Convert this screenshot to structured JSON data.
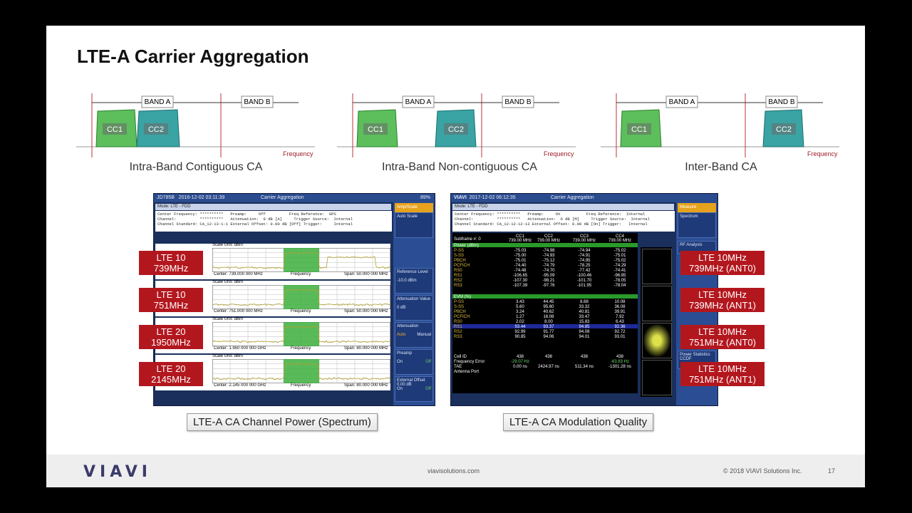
{
  "slide": {
    "title": "LTE-A Carrier Aggregation"
  },
  "diagrams": [
    {
      "band_a": "BAND A",
      "band_b": "BAND B",
      "cc1": "CC1",
      "cc2": "CC2",
      "axis": "Frequency",
      "caption": "Intra-Band Contiguous CA"
    },
    {
      "band_a": "BAND A",
      "band_b": "BAND B",
      "cc1": "CC1",
      "cc2": "CC2",
      "axis": "Frequency",
      "caption": "Intra-Band Non-contiguous CA"
    },
    {
      "band_a": "BAND A",
      "band_b": "BAND B",
      "cc1": "CC1",
      "cc2": "CC2",
      "axis": "Frequency",
      "caption": "Inter-Band CA"
    }
  ],
  "spectrum_screen": {
    "device": "JD785B",
    "datetime": "2016-12-02 03:11:39",
    "title": "Carrier Aggregation",
    "battery": "89%",
    "mode": "Mode: LTE - FDD",
    "menu_title": "Amp/Scale",
    "params": "Center Frequency: **********   Preamp:     Off          Freq Reference:  GPS\nChannel:          **********   Attenuation:  0 dB [A]     Trigger Source:  Internal\nChannel Standard: CA_12-13-1-1 External Offset: 0.00 dB [Off] Trigger:     Internal",
    "scale": "Scale Unit: dBm",
    "traces": [
      {
        "center": "Center: 739.000 000 MHz",
        "axis": "Frequency",
        "span": "Span: 50.000 000 MHz"
      },
      {
        "center": "Center: 751.000 000 MHz",
        "axis": "Frequency",
        "span": "Span: 50.000 000 MHz"
      },
      {
        "center": "Center: 1.950 000 000 GHz",
        "axis": "Frequency",
        "span": "Span: 80.000 000 MHz"
      },
      {
        "center": "Center: 2.145 000 000 GHz",
        "axis": "Frequency",
        "span": "Span: 80.000 000 MHz"
      }
    ],
    "side": [
      "Auto Scale",
      "",
      "Reference Level",
      "-10.0 dBm",
      "Attenuation Value",
      "0 dB",
      "Attenuation",
      "Auto",
      "Manual",
      "Preamp",
      "On",
      "Off",
      "External Offset",
      "0.00 dB",
      "On",
      "Off"
    ]
  },
  "modq_screen": {
    "device": "VIAVI",
    "datetime": "2017-12-02 06:12:35",
    "title": "Carrier Aggregation",
    "mode": "Mode: LTE - FDD",
    "menu_title": "Measure",
    "params": "Center Frequency: **********   Preamp:     On           Freq Reference:  Internal\nChannel:          **********   Attenuation:  0 dB [M]     Trigger Source:  Internal\nChannel Standard: CA_12-12-12-12 External Offset: 0.00 dB [On] Trigger:   Internal",
    "side": [
      "Spectrum",
      "RF Analysis",
      "Power Statistics CCDF"
    ],
    "cols": [
      "CC1",
      "CC2",
      "CC3",
      "CC4"
    ],
    "freqs": [
      "739.00 MHz",
      "739.00 MHz",
      "739.00 MHz",
      "739.00 MHz"
    ],
    "power_rows": [
      [
        "P-SS",
        "-75.03",
        "-74.98",
        "-74.94",
        "-75.02"
      ],
      [
        "S-SS",
        "-75.00",
        "-74.93",
        "-74.91",
        "-75.01"
      ],
      [
        "PBCH",
        "-75.01",
        "-75.12",
        "-74.95",
        "-75.02"
      ],
      [
        "PCFICH",
        "-74.40",
        "-74.79",
        "-78.25",
        "-74.29"
      ],
      [
        "RS0",
        "-74.48",
        "-74.70",
        "-77.42",
        "-74.41"
      ],
      [
        "RS1",
        "-106.65",
        "-95.09",
        "-100.46",
        "-96.85"
      ],
      [
        "RS2",
        "-107.30",
        "-98.21",
        "-101.70",
        "-78.05"
      ],
      [
        "RS3",
        "-107.39",
        "-97.76",
        "-101.95",
        "-78.04"
      ]
    ],
    "evm_rows": [
      [
        "P-SS",
        "3.43",
        "44.45",
        "8.68",
        "10.08"
      ],
      [
        "S-SS",
        "5.60",
        "95.60",
        "33.32",
        "36.08"
      ],
      [
        "PBCH",
        "3.24",
        "40.62",
        "40.81",
        "39.91"
      ],
      [
        "PCFICH",
        "1.27",
        "16.08",
        "33.47",
        "7.92"
      ],
      [
        "RS0",
        "2.02",
        "8.00",
        "15.83",
        "6.43"
      ],
      [
        "RS1",
        "93.44",
        "93.37",
        "94.85",
        "92.36"
      ],
      [
        "RS2",
        "92.99",
        "91.77",
        "94.08",
        "92.72"
      ],
      [
        "RS3",
        "90.85",
        "94.06",
        "94.01",
        "93.01"
      ]
    ],
    "cell_id": [
      "438",
      "438",
      "438",
      "438"
    ],
    "freq_err": [
      "-29.07 Hz",
      "",
      "",
      "-63.83 Hz"
    ],
    "tae": [
      "0.00 ns",
      "2424.97 ns",
      "511.34 ns",
      "-1301.28 ns"
    ],
    "labels": {
      "cell": "Cell ID",
      "ferr": "Frequency Error",
      "tae": "TAE",
      "ant": "Antenna Port",
      "power": "Power (dBm)",
      "evm": "EVM (%)",
      "subframe": "Subframe #: 0"
    }
  },
  "spectrum_tags": [
    {
      "line1": "LTE 10",
      "line2": "739MHz"
    },
    {
      "line1": "LTE 10",
      "line2": "751MHz"
    },
    {
      "line1": "LTE 20",
      "line2": "1950MHz"
    },
    {
      "line1": "LTE 20",
      "line2": "2145MHz"
    }
  ],
  "modq_tags": [
    {
      "line1": "LTE 10MHz",
      "line2": "739MHz (ANT0)"
    },
    {
      "line1": "LTE 10MHz",
      "line2": "739MHz (ANT1)"
    },
    {
      "line1": "LTE 10MHz",
      "line2": "751MHz (ANT0)"
    },
    {
      "line1": "LTE 10MHz",
      "line2": "751MHz (ANT1)"
    }
  ],
  "buttons": {
    "spectrum": "LTE-A CA Channel Power (Spectrum)",
    "modq": "LTE-A CA Modulation Quality"
  },
  "footer": {
    "logo": "VIAVI",
    "site": "viavisolutions.com",
    "copyright": "© 2018 VIAVI Solutions Inc.",
    "page": "17"
  },
  "colors": {
    "tag": "#b3171e",
    "cc1": "#4fa84f",
    "cc2": "#2a8f8f",
    "screen": "#2a4b8d"
  }
}
